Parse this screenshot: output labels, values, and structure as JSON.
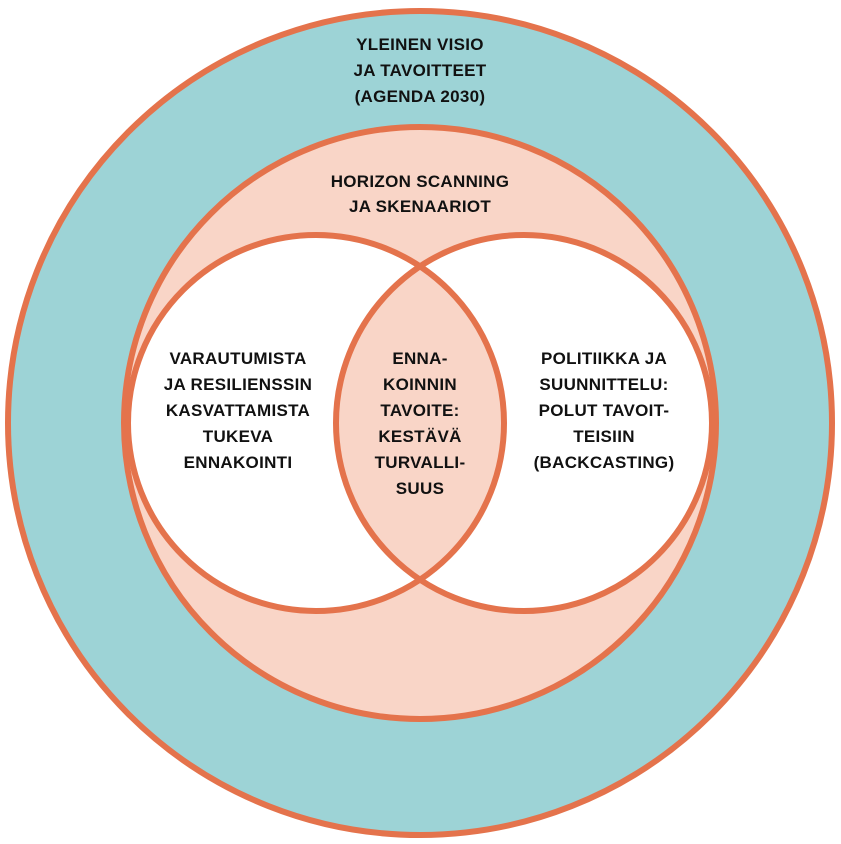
{
  "colors": {
    "outer_ring": "#9dd3d6",
    "middle_disc": "#f9d5c7",
    "overlap": "#f9d5c7",
    "circle_fill": "#ffffff",
    "stroke": "#e4734c",
    "text": "#111111"
  },
  "outer": {
    "lines": [
      "YLEINEN VISIO",
      "JA TAVOITTEET",
      "(AGENDA 2030)"
    ]
  },
  "middle": {
    "lines": [
      "HORIZON SCANNING",
      "JA SKENAARIOT"
    ]
  },
  "left_circle": {
    "lines": [
      "VARAUTUMISTA",
      "JA RESILIENSSIN",
      "KASVATTAMISTA",
      "TUKEVA",
      "ENNAKOINTI"
    ]
  },
  "right_circle": {
    "lines": [
      "POLITIIKKA JA",
      "SUUNNITTELU:",
      "POLUT TAVOIT-",
      "TEISIIN",
      "(BACKCASTING)"
    ]
  },
  "overlap": {
    "lines": [
      "ENNA-",
      "KOINNIN",
      "TAVOITE:",
      "KESTÄVÄ",
      "TURVALLI-",
      "SUUS"
    ]
  }
}
